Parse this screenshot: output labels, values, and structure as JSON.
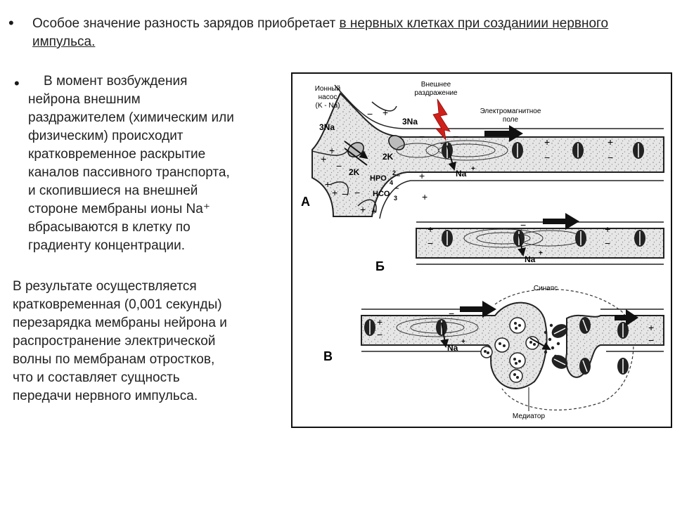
{
  "intro": {
    "text_plain": "Особое значение разность зарядов приобретает ",
    "text_underlined": "в нервных клетках при созданиии нервного импульса."
  },
  "excitation": {
    "lines": [
      "В момент возбуждения",
      "нейрона  внешним",
      "раздражителем (химическим или",
      "физическим) происходит",
      "кратковременное раскрытие",
      "каналов пассивного транспорта,",
      "и скопившиеся на внешней",
      "стороне мембраны ионы Na⁺",
      "вбрасываются в клетку по",
      "градиенту концентрации."
    ]
  },
  "result": {
    "lines": [
      "В результате осуществляется",
      "кратковременная (0,001 секунды)",
      "перезарядка мембраны нейрона и",
      "распространение электрической",
      "волны по мембранам отростков,",
      "что и составляет сущность",
      "передачи нервного импульса."
    ]
  },
  "figure": {
    "pump_label": [
      "Ионный",
      "насос",
      "(K - Na)"
    ],
    "stimulus_label": [
      "Внешнее",
      "раздражение"
    ],
    "field_label": [
      "Электромагнитное",
      "поле"
    ],
    "ion_3na": "3Na",
    "ion_2k": "2K",
    "ion_hpo4": "HPO",
    "ion_hco3": "HCO",
    "sub_4": "4",
    "sub_3": "3",
    "sup_2": "2",
    "sup_minus": "−",
    "ion_na": "Na",
    "sup_plus": "+",
    "panel_a": "А",
    "panel_b": "Б",
    "panel_v": "В",
    "synapse_label": "Синапс",
    "mediator_label": "Медиатор",
    "plus": "+",
    "minus": "−"
  },
  "colors": {
    "stimulus_arrow": "#d0201a",
    "text": "#222222"
  }
}
